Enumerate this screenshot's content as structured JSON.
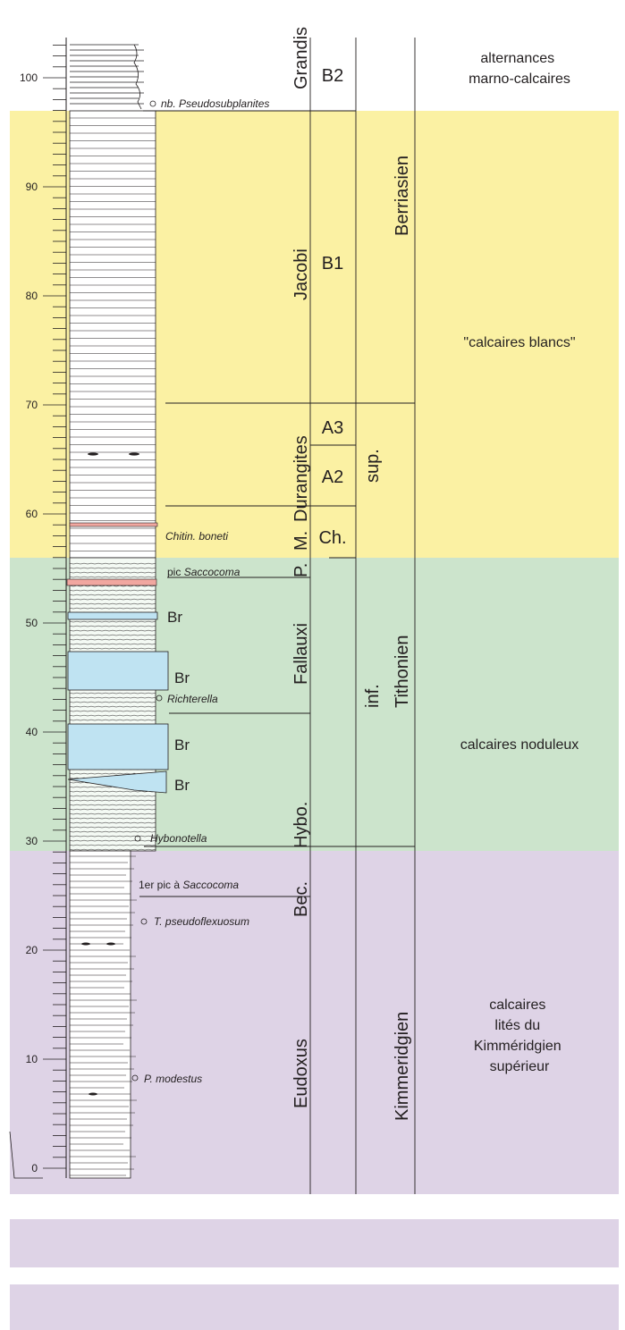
{
  "colors": {
    "berriasien_band": "#fbf1a3",
    "tithonien_band": "#cce4cc",
    "kimmeridgien_band": "#ded3e6",
    "breccia_bed": "#bfe3f2",
    "marker_bed": "#f1a7a0",
    "ink": "#231f20"
  },
  "scale": {
    "unit": "m",
    "major_ticks": [
      "0",
      "10",
      "20",
      "30",
      "40",
      "50",
      "60",
      "70",
      "80",
      "90",
      "100"
    ]
  },
  "fossil_markers": [
    {
      "label": "nb. Pseudosubplanites",
      "italic": true
    },
    {
      "label": "Chitin. boneti",
      "italic": true
    },
    {
      "prefix": "pic ",
      "label": "Saccocoma",
      "italic": true
    },
    {
      "label": "Richterella",
      "italic": true
    },
    {
      "label": "Hybonotella",
      "italic": true
    },
    {
      "prefix": "1er pic à ",
      "label": "Saccocoma",
      "italic": true
    },
    {
      "label": "T. pseudoflexuosum",
      "italic": true
    },
    {
      "label": "P. modestus",
      "italic": true
    }
  ],
  "breccia_labels": [
    "Br",
    "Br",
    "Br",
    "Br"
  ],
  "zones": [
    "Grandis",
    "Jacobi",
    "Durangites",
    "M.",
    "P.",
    "Fallauxi",
    "Hybo.",
    "Bec.",
    "Eudoxus"
  ],
  "subzones": [
    "B2",
    "B1",
    "A3",
    "A2",
    "Ch."
  ],
  "substages": [
    "sup.",
    "inf."
  ],
  "stages": [
    "Berriasien",
    "Tithonien",
    "Kimmeridgien"
  ],
  "facies": [
    [
      "alternances",
      "marno-calcaires"
    ],
    [
      "\"calcaires blancs\""
    ],
    [
      "calcaires noduleux"
    ],
    [
      "calcaires",
      "lités du",
      "Kimméridgien",
      "supérieur"
    ]
  ]
}
